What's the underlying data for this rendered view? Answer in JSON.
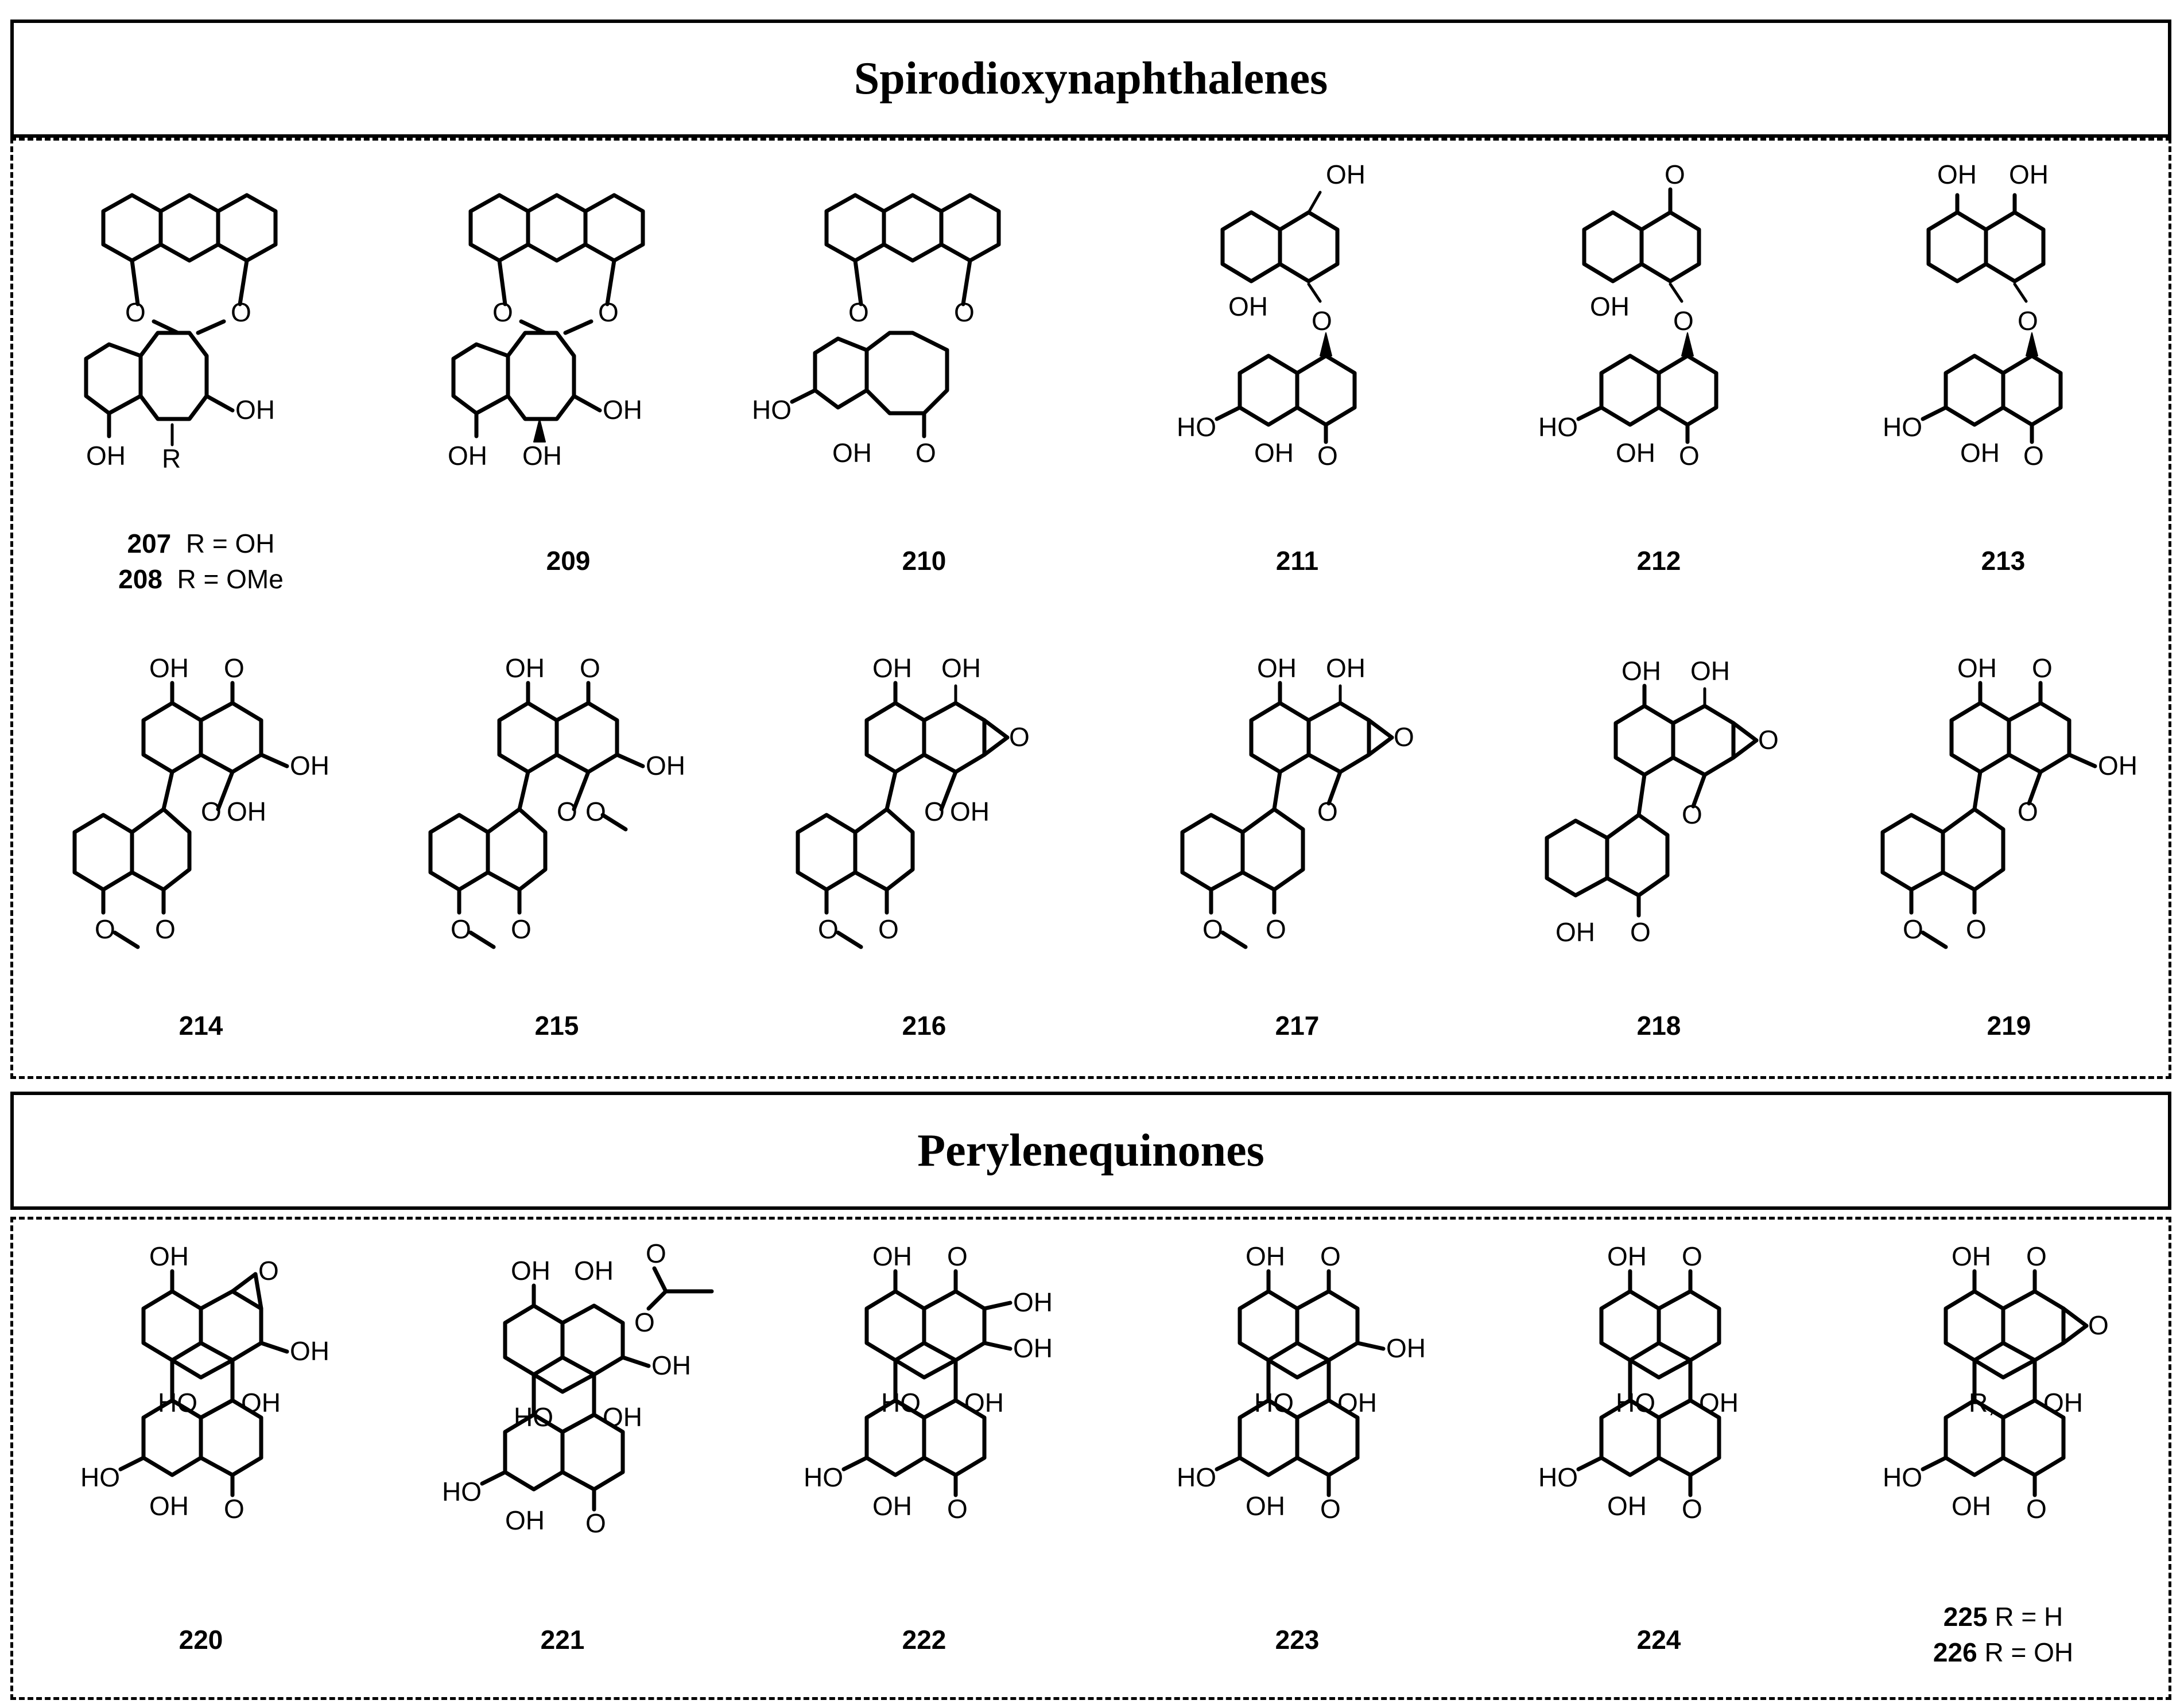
{
  "sections": [
    {
      "title": "Spirodioxynaphthalenes"
    },
    {
      "title": "Perylenequinones"
    }
  ],
  "atoms": {
    "oh": "OH",
    "ho": "HO",
    "o": "O",
    "r": "R",
    "r_comma": "R,"
  },
  "compounds": {
    "c207": {
      "id": "207",
      "note": "R = OH"
    },
    "c208": {
      "id": "208",
      "note": "R = OMe"
    },
    "c209": {
      "id": "209"
    },
    "c210": {
      "id": "210"
    },
    "c211": {
      "id": "211"
    },
    "c212": {
      "id": "212"
    },
    "c213": {
      "id": "213"
    },
    "c214": {
      "id": "214"
    },
    "c215": {
      "id": "215"
    },
    "c216": {
      "id": "216"
    },
    "c217": {
      "id": "217"
    },
    "c218": {
      "id": "218"
    },
    "c219": {
      "id": "219"
    },
    "c220": {
      "id": "220"
    },
    "c221": {
      "id": "221"
    },
    "c222": {
      "id": "222"
    },
    "c223": {
      "id": "223"
    },
    "c224": {
      "id": "224"
    },
    "c225": {
      "id": "225",
      "note": "R = H"
    },
    "c226": {
      "id": "226",
      "note": "R = OH"
    }
  }
}
